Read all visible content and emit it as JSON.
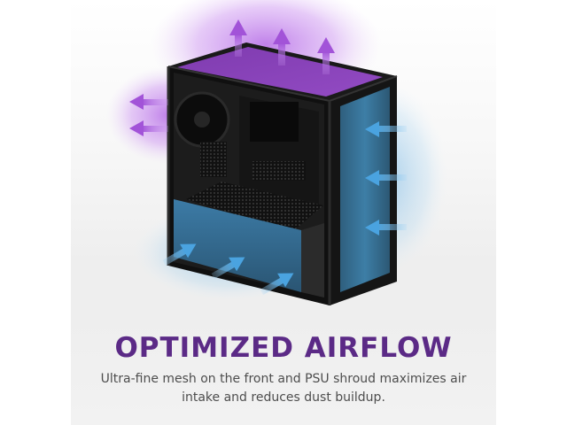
{
  "product_image": {
    "subject": "pc-case",
    "colors": {
      "exhaust": "#b468e0",
      "intake": "#4a9fd8",
      "case": "#161616",
      "accent_text": "#5b2a86"
    }
  },
  "feature": {
    "headline": "OPTIMIZED AIRFLOW",
    "description": "Ultra-fine mesh on the front and PSU shroud maximizes air intake and reduces dust buildup."
  }
}
